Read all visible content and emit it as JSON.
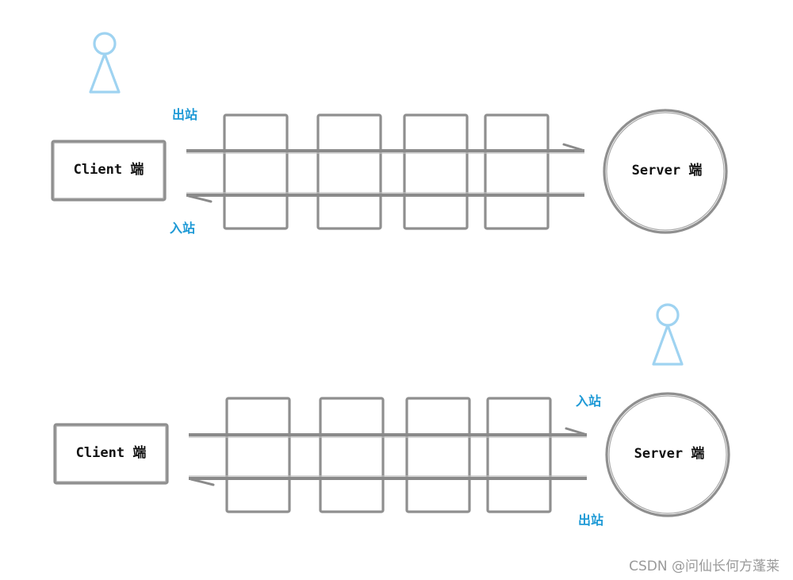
{
  "diagrams": [
    {
      "client_label": "Client 端",
      "server_label": "Server 端",
      "top_label": "出站",
      "bottom_label": "入站",
      "person_side": "client",
      "handler_count": 4
    },
    {
      "client_label": "Client 端",
      "server_label": "Server 端",
      "top_label": "入站",
      "bottom_label": "出站",
      "person_side": "server",
      "handler_count": 4
    }
  ],
  "watermark": "CSDN @问仙长何方蓬莱",
  "colors": {
    "stroke": "#8a8a8a",
    "person": "#9fd3f1",
    "direction_label": "#1f9ad6",
    "text": "#111111",
    "watermark": "#9a9a9a"
  }
}
